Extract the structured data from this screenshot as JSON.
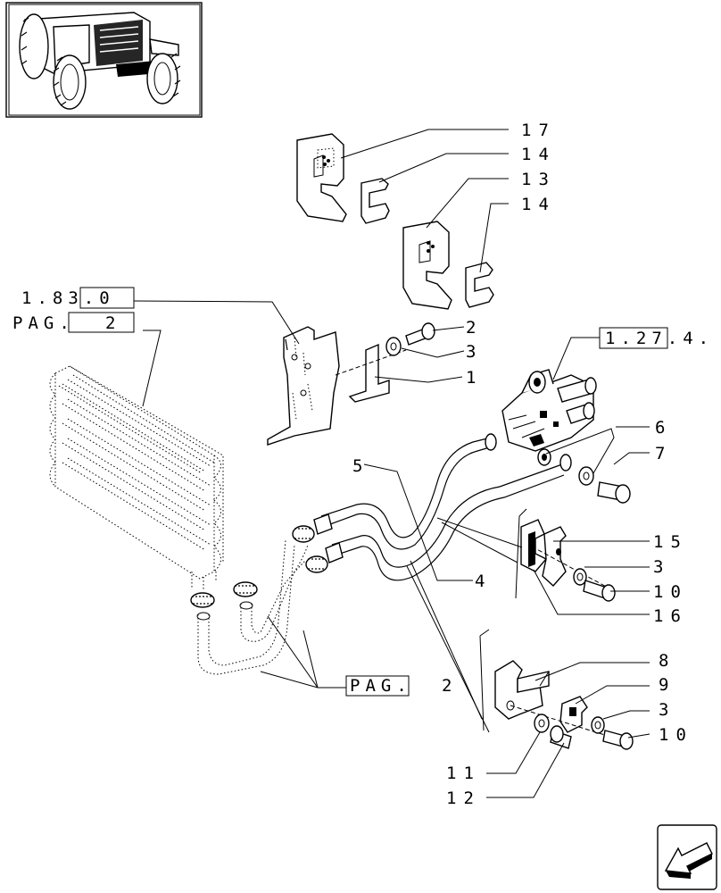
{
  "refs": {
    "r183_0": "1.83.0",
    "pag_top": "PAG.",
    "pag_top_num": "2",
    "r127_4": "1.27.4.",
    "pag_bottom": "PAG.",
    "pag_bottom_num": "2"
  },
  "callouts": {
    "c17": "17",
    "c14a": "14",
    "c13": "13",
    "c14b": "14",
    "c2": "2",
    "c3a": "3",
    "c1": "1",
    "c6": "6",
    "c7": "7",
    "c5": "5",
    "c4": "4",
    "c15": "15",
    "c3b": "3",
    "c10a": "10",
    "c16": "16",
    "c8": "8",
    "c9": "9",
    "c3c": "3",
    "c10b": "10",
    "c11": "11",
    "c12": "12"
  },
  "icons": {
    "tractor": "tractor-thumbnail-icon",
    "nav": "page-navigation-arrow-icon"
  }
}
